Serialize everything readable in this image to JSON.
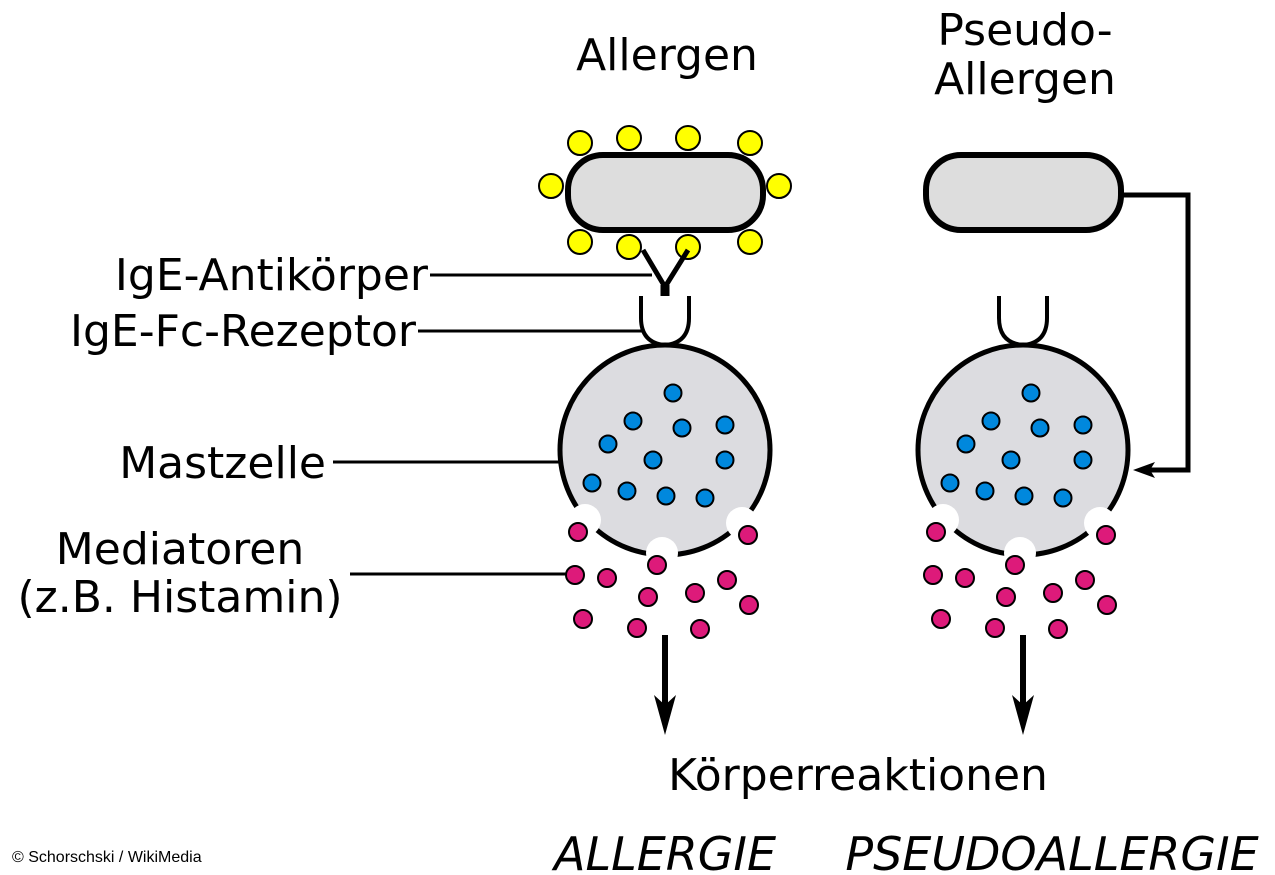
{
  "titles": {
    "allergen": "Allergen",
    "pseudo_line1": "Pseudo-",
    "pseudo_line2": "Allergen"
  },
  "labels": {
    "ige_antibody": "IgE-Antikörper",
    "ige_receptor": "IgE-Fc-Rezeptor",
    "mast_cell": "Mastzelle",
    "mediators_line1": "Mediatoren",
    "mediators_line2": "(z.B. Histamin)"
  },
  "outcome": "Körperreaktionen",
  "results": {
    "allergy": "ALLERGIE",
    "pseudoallergy": "PSEUDOALLERGIE"
  },
  "credit": "© Schorschski / WikiMedia",
  "colors": {
    "antigen": "#ffff00",
    "granule": "#0088dd",
    "mediator": "#dd1a7a",
    "cell": "#dcdce0",
    "allergen_body": "#dddddd"
  }
}
